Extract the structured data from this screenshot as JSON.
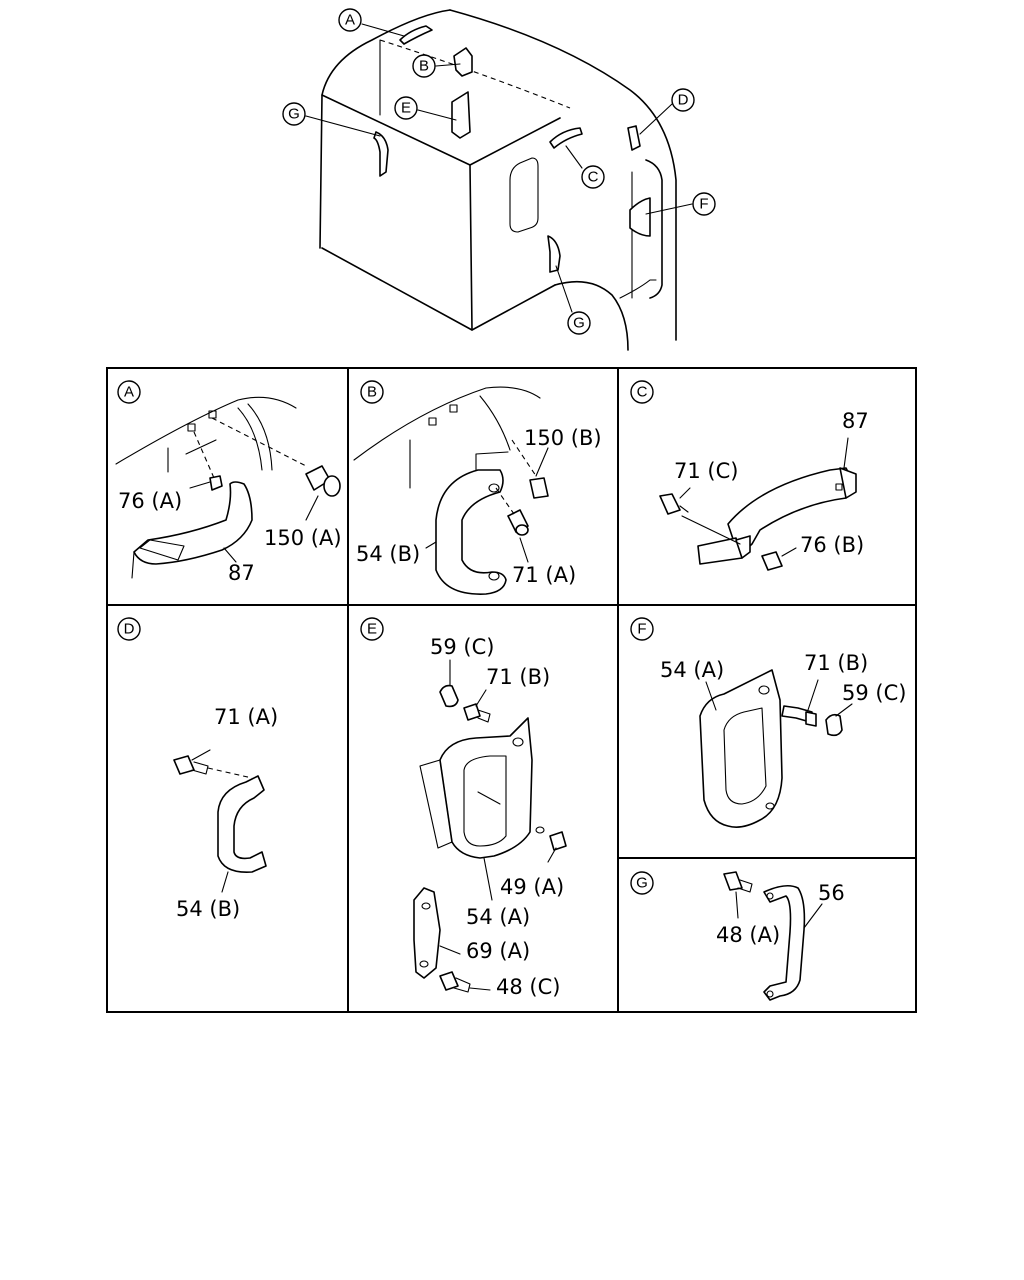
{
  "overview": {
    "callouts": [
      "A",
      "B",
      "C",
      "D",
      "E",
      "F",
      "G",
      "G"
    ]
  },
  "panels": {
    "A": {
      "letter": "A",
      "labels": [
        "76 (A)",
        "150 (A)",
        "87"
      ]
    },
    "B": {
      "letter": "B",
      "labels": [
        "150 (B)",
        "54 (B)",
        "71 (A)"
      ]
    },
    "C": {
      "letter": "C",
      "labels": [
        "87",
        "71 (C)",
        "76 (B)"
      ]
    },
    "D": {
      "letter": "D",
      "labels": [
        "71 (A)",
        "54 (B)"
      ]
    },
    "E": {
      "letter": "E",
      "labels": [
        "59 (C)",
        "71 (B)",
        "49 (A)",
        "54 (A)",
        "69 (A)",
        "48 (C)"
      ]
    },
    "F": {
      "letter": "F",
      "labels": [
        "54 (A)",
        "71 (B)",
        "59 (C)"
      ]
    },
    "G": {
      "letter": "G",
      "labels": [
        "56",
        "48 (A)"
      ]
    }
  }
}
